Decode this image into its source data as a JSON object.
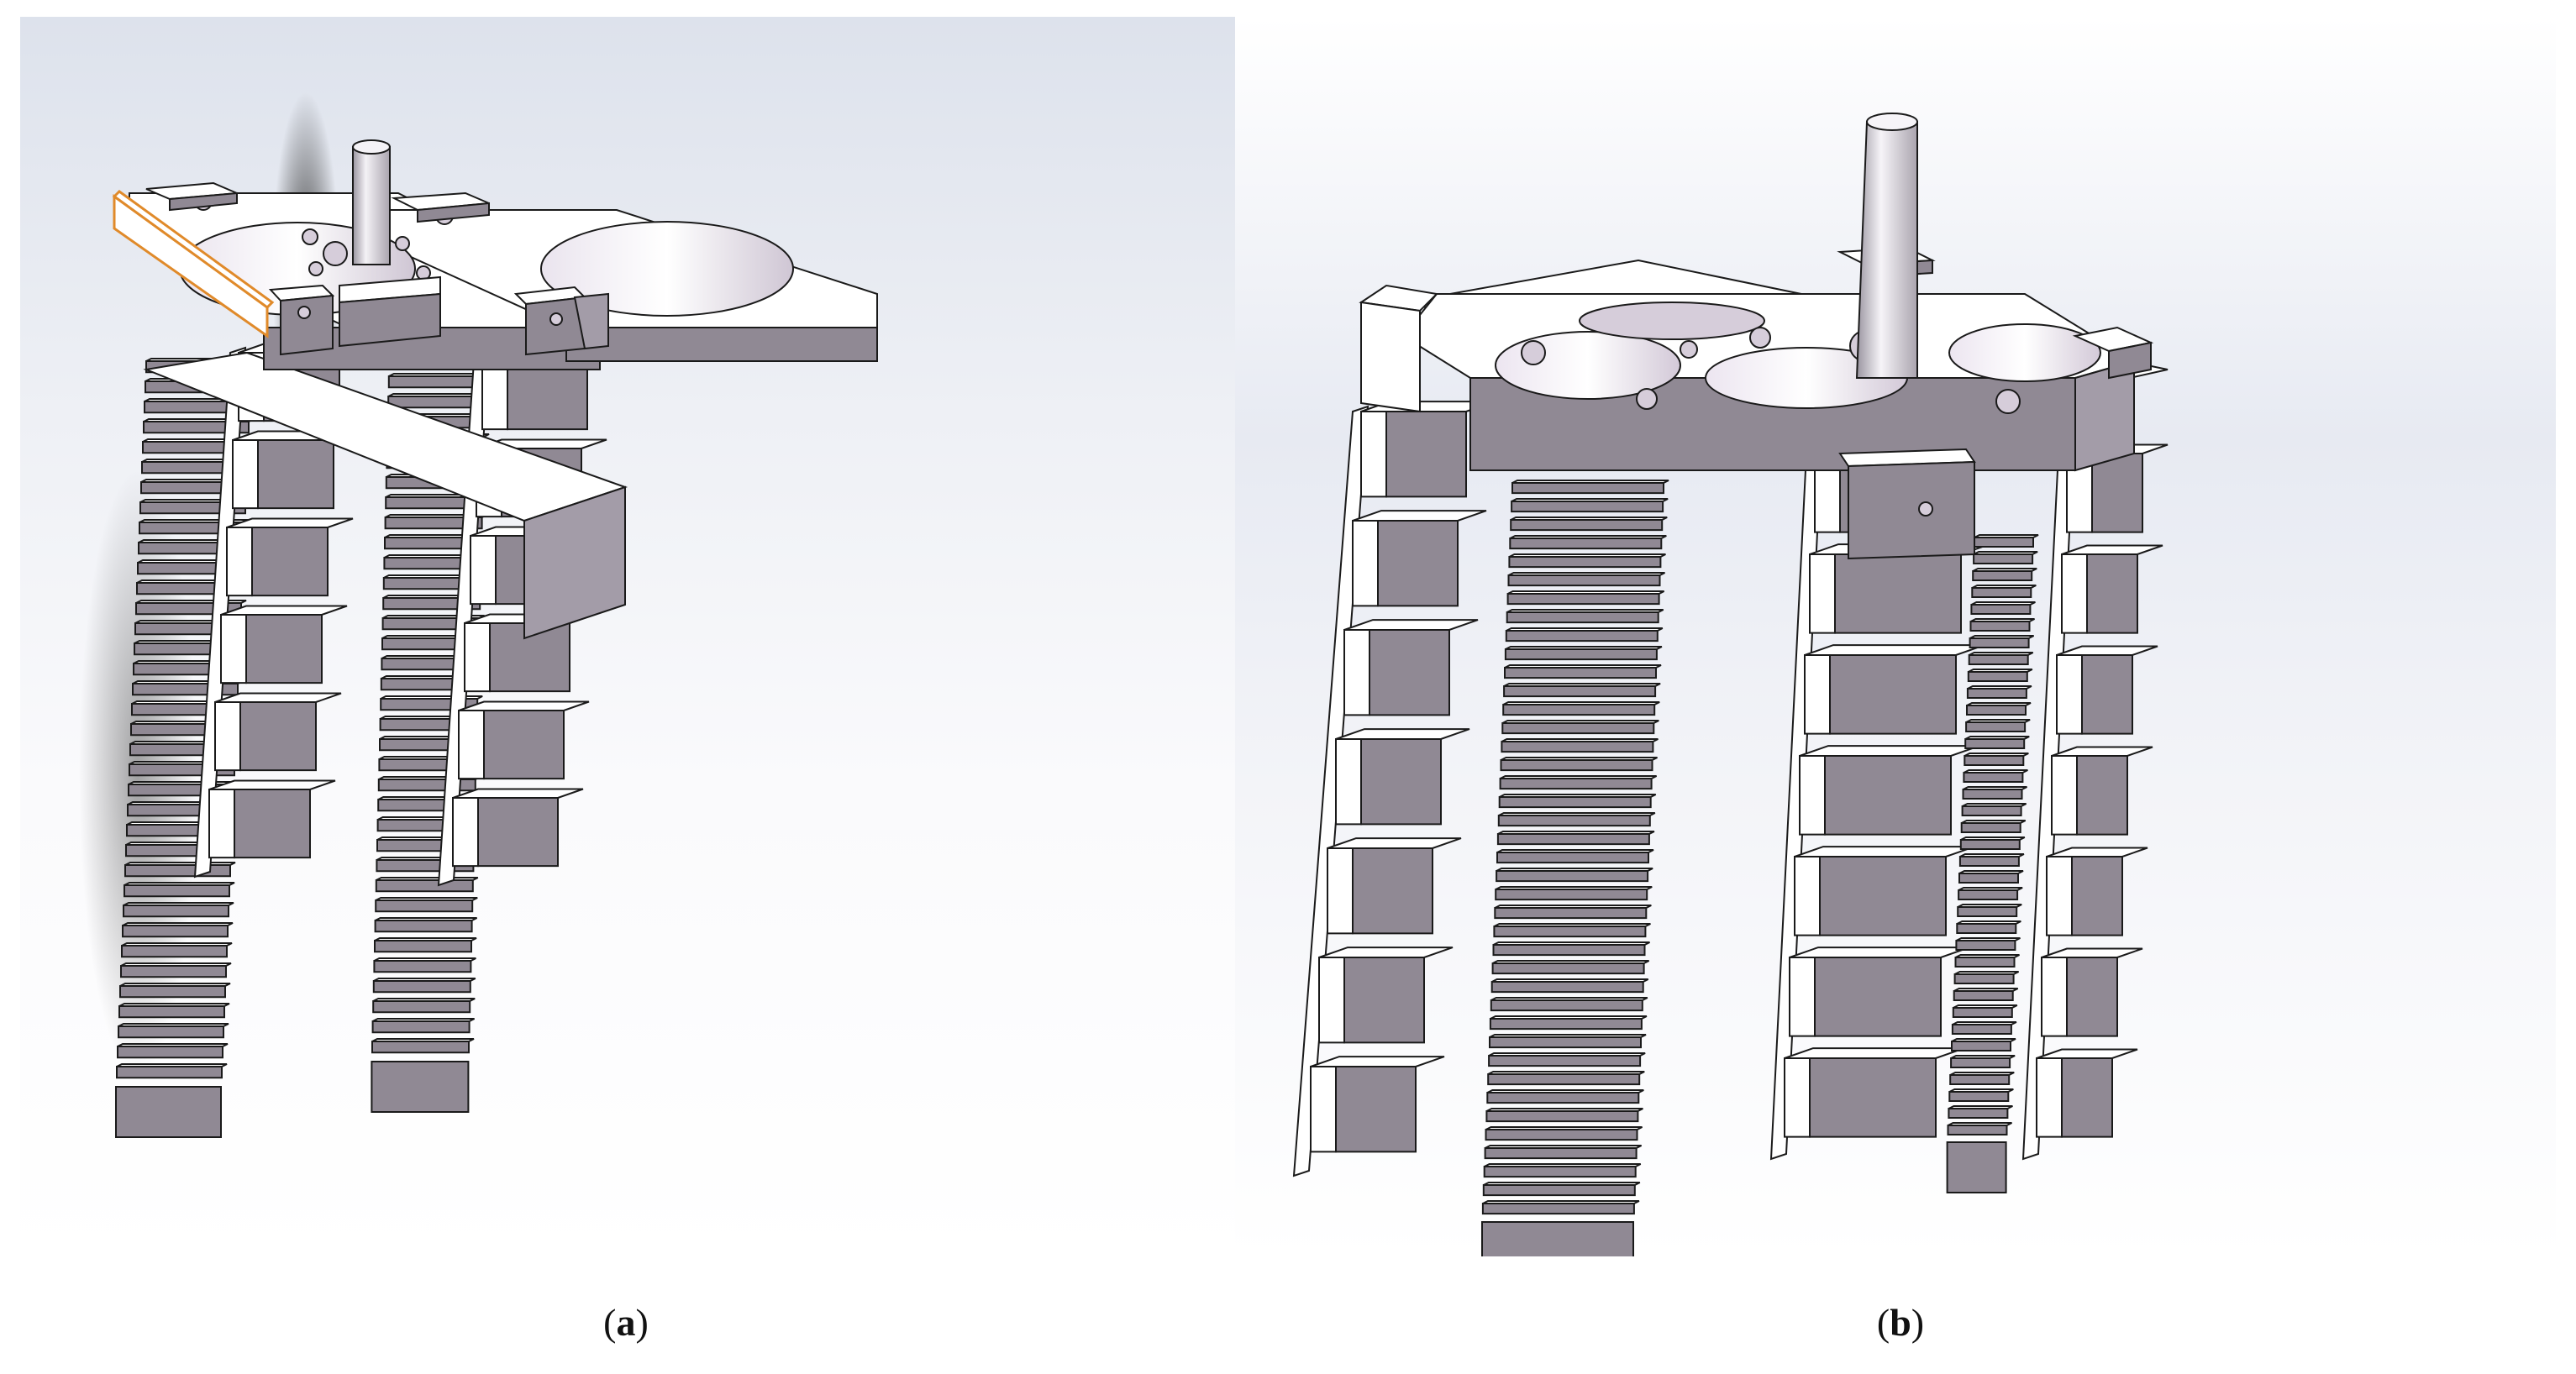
{
  "figure": {
    "panels": [
      {
        "id": "a",
        "open": "(",
        "letter": "a",
        "close": ")"
      },
      {
        "id": "b",
        "open": "(",
        "letter": "b",
        "close": ")"
      }
    ]
  },
  "colors": {
    "face_front": "#908994",
    "face_top": "#ffffff",
    "face_side": "#a39ca8",
    "edge": "#1a1a1a",
    "rod": "#c9c4cc",
    "highlight": "#e08a2a",
    "interior": "#d6cdda"
  }
}
